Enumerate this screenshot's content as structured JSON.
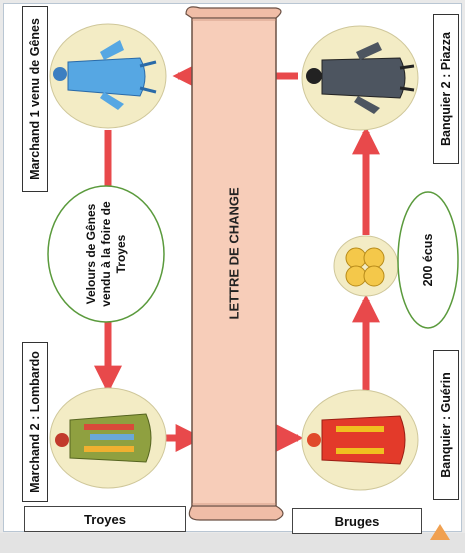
{
  "labels": {
    "merchant1": "Marchand 1 venu de Gênes",
    "merchant2": "Marchand 2 : Lombardo",
    "banker1": "Banquier : Guérin",
    "banker2": "Banquier 2 : Piazza",
    "velvet": "Velours de Gênes vendu à la foire de Troyes",
    "scroll": "LETTRE DE CHANGE",
    "money": "200 écus",
    "city1": "Troyes",
    "city2": "Bruges"
  },
  "colors": {
    "arrow": "#e8494b",
    "scroll_fill": "#f7cdb9",
    "scroll_stroke": "#6a5044",
    "oval_fill": "#f3ecc5",
    "green_border": "#5a9a3c"
  },
  "icons": {
    "merchant1": "blue-robed-merchant-figure",
    "merchant2": "green-robed-merchant-figure",
    "banker1": "red-robed-banker-figure",
    "banker2": "dark-robed-banker-figure",
    "coins": "gold-coins-icon",
    "corner": "triangle-up-icon"
  }
}
